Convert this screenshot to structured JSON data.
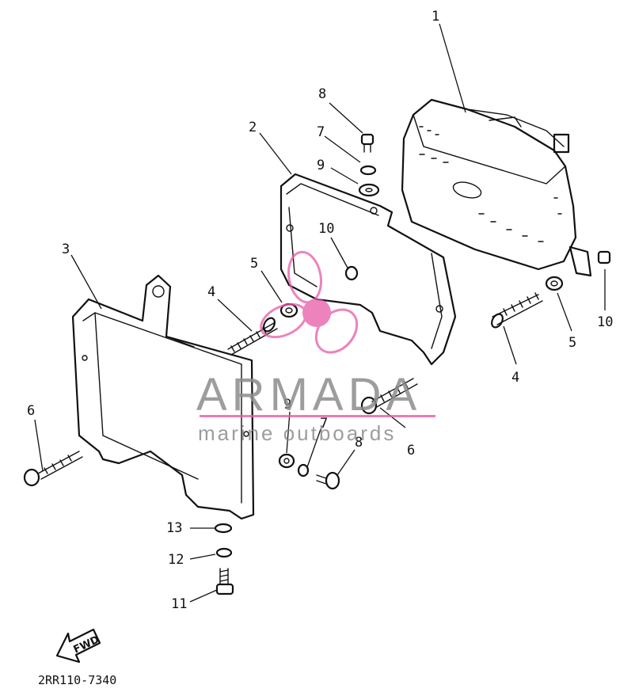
{
  "callouts": [
    {
      "id": "c1a",
      "label": "1"
    },
    {
      "id": "c2a",
      "label": "2"
    },
    {
      "id": "c3a",
      "label": "3"
    },
    {
      "id": "c4a",
      "label": "4"
    },
    {
      "id": "c4b",
      "label": "4"
    },
    {
      "id": "c5a",
      "label": "5"
    },
    {
      "id": "c5b",
      "label": "5"
    },
    {
      "id": "c6a",
      "label": "6"
    },
    {
      "id": "c6b",
      "label": "6"
    },
    {
      "id": "c7a",
      "label": "7"
    },
    {
      "id": "c7b",
      "label": "7"
    },
    {
      "id": "c8a",
      "label": "8"
    },
    {
      "id": "c8b",
      "label": "8"
    },
    {
      "id": "c9a",
      "label": "9"
    },
    {
      "id": "c9b",
      "label": "9"
    },
    {
      "id": "c10a",
      "label": "10"
    },
    {
      "id": "c10b",
      "label": "10"
    },
    {
      "id": "c11a",
      "label": "11"
    },
    {
      "id": "c12a",
      "label": "12"
    },
    {
      "id": "c13a",
      "label": "13"
    }
  ],
  "watermark": {
    "title": "ARMADA",
    "subtitle": "marine outboards",
    "accent_color": "#e85aa8",
    "text_color": "#8c8c8c"
  },
  "fwd_label": "FWD",
  "diagram_code": "2RR110-7340"
}
